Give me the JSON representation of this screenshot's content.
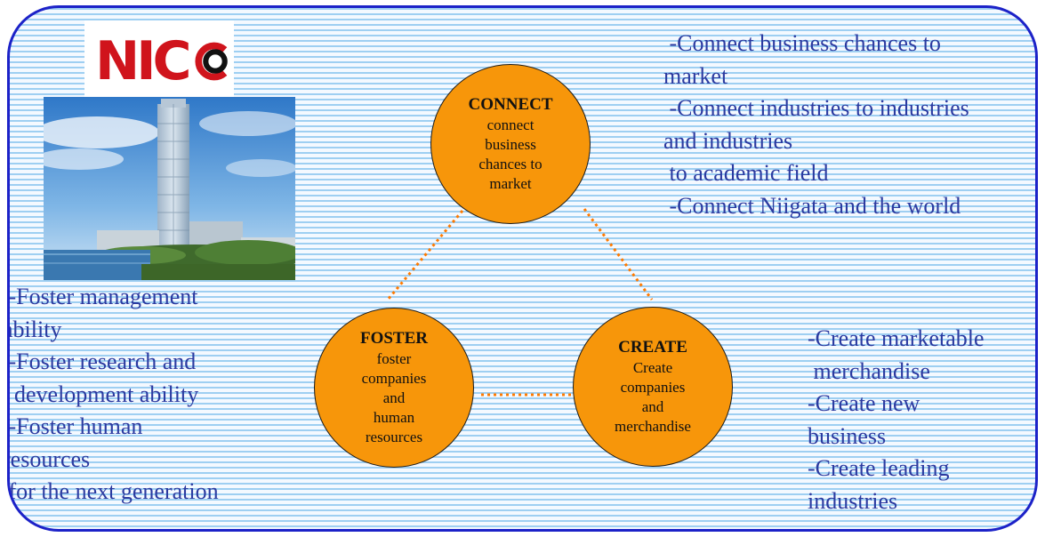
{
  "logo": {
    "text": "NICO"
  },
  "photo": {
    "subject": "building-photo"
  },
  "nodes": {
    "connect": {
      "title": "CONNECT",
      "desc": "connect\nbusiness\nchances to\nmarket"
    },
    "foster": {
      "title": "FOSTER",
      "desc": "foster\ncompanies\nand\nhuman\nresources"
    },
    "create": {
      "title": "CREATE",
      "desc": "Create\ncompanies\nand\nmerchandise"
    }
  },
  "connect_points": " -Connect business chances to\nmarket\n -Connect industries to industries\nand industries\n to academic field\n -Connect Niigata and the world",
  "foster_points": " -Foster management\nability\n -Foster research and\n  development ability\n -Foster human\nresources\n for the next generation",
  "create_points": "-Create marketable\n merchandise\n-Create new\nbusiness\n-Create leading\nindustries",
  "colors": {
    "border": "#1c22c8",
    "circle_fill": "#f7960a",
    "link": "#ff7a00",
    "text": "#2b3aa0",
    "logo_red": "#d0141c"
  }
}
